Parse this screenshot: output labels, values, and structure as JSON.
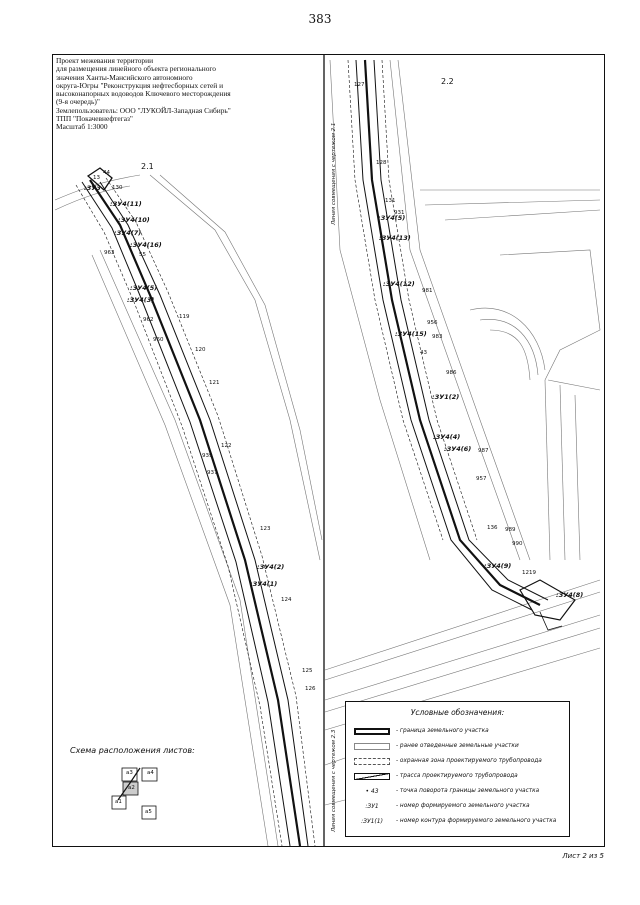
{
  "page_number": "383",
  "title_block": {
    "lines": [
      "Проект межевания территории",
      "для размещения линейного объекта регионального",
      "значения Ханты-Мансийского автономного",
      "округа-Югры \"Реконструкция нефтесборных сетей и",
      "высоконапорных водоводов Ключевого месторождения",
      "(9-я очередь)\"",
      "Землепользователь: ООО \"ЛУКОЙЛ-Западная Сибирь\"",
      "ТПП \"Покачевнефтегаз\"",
      "Масштаб 1:3000"
    ]
  },
  "sheets": {
    "left": "2.1",
    "right": "2.2"
  },
  "side_notes": {
    "top": "Линия совмещения с чертежом 2.1",
    "bottom": "Линия совмещения с чертежом 2.3"
  },
  "left_parcel_labels": [
    ":ЗУ4(11)",
    ":ЗУ4(10)",
    ":ЗУ4(7)",
    ":ЗУ4(16)",
    ":ЗУ4(5)",
    ":ЗУ4(3)",
    ":ЗУ4(2)",
    ":ЗУ4(1)",
    ":ЗУ3"
  ],
  "left_point_labels": [
    "13",
    "44",
    "130",
    "963",
    "55",
    "119",
    "962",
    "960",
    "120",
    "121",
    "122",
    "939",
    "937",
    "123",
    "124",
    "125",
    "126"
  ],
  "right_parcel_labels": [
    ":ЗУ4(5)",
    ":ЗУ4(13)",
    ":ЗУ4(12)",
    ":ЗУ4(15)",
    ":ЗУ1(2)",
    ":ЗУ4(4)",
    ":ЗУ4(6)",
    ":ЗУ4(9)",
    ":ЗУ4(8)"
  ],
  "right_point_labels": [
    "127",
    "128",
    "131",
    "931",
    "981",
    "956",
    "983",
    "43",
    "986",
    "987",
    "957",
    "136",
    "989",
    "990",
    "1219"
  ],
  "legend": {
    "title": "Условные обозначения:",
    "items": [
      {
        "symbol": "",
        "text": "- граница земельного участка"
      },
      {
        "symbol": "",
        "text": "- ранее отведенные земельные участки"
      },
      {
        "symbol": "",
        "text": "- охранная зона проектируемого трубопровода"
      },
      {
        "symbol": "",
        "text": "- трасса проектируемого трубопровода"
      },
      {
        "symbol": "• 43",
        "text": "- точка поворота границы земельного участка"
      },
      {
        "symbol": ":ЗУ1",
        "text": "- номер формируемого земельного участка"
      },
      {
        "symbol": ":ЗУ1(1)",
        "text": "- номер контура формируемого земельного участка"
      }
    ]
  },
  "scheme": {
    "title": "Схема расположения листов:",
    "cells": [
      "а3",
      "а4",
      "а2",
      "а1",
      "а5"
    ]
  },
  "footer": "Лист 2 из 5"
}
